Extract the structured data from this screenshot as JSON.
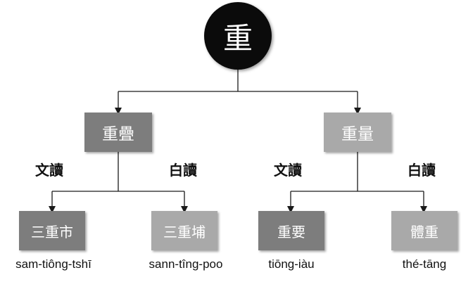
{
  "root": {
    "label": "重"
  },
  "branches": [
    {
      "label": "重疊",
      "left_edge_label": "文讀",
      "right_edge_label": "白讀",
      "children": [
        {
          "label": "三重市",
          "reading": "sam-tiông-tshī"
        },
        {
          "label": "三重埔",
          "reading": "sann-tîng-poo"
        }
      ]
    },
    {
      "label": "重量",
      "left_edge_label": "文讀",
      "right_edge_label": "白讀",
      "children": [
        {
          "label": "重要",
          "reading": "tiōng-iàu"
        },
        {
          "label": "體重",
          "reading": "thé-tāng"
        }
      ]
    }
  ],
  "colors": {
    "root_fill": "#0b0b0b",
    "dark_fill": "#7d7d7d",
    "light_fill": "#a9a9a9",
    "line": "#1a1a1a"
  }
}
